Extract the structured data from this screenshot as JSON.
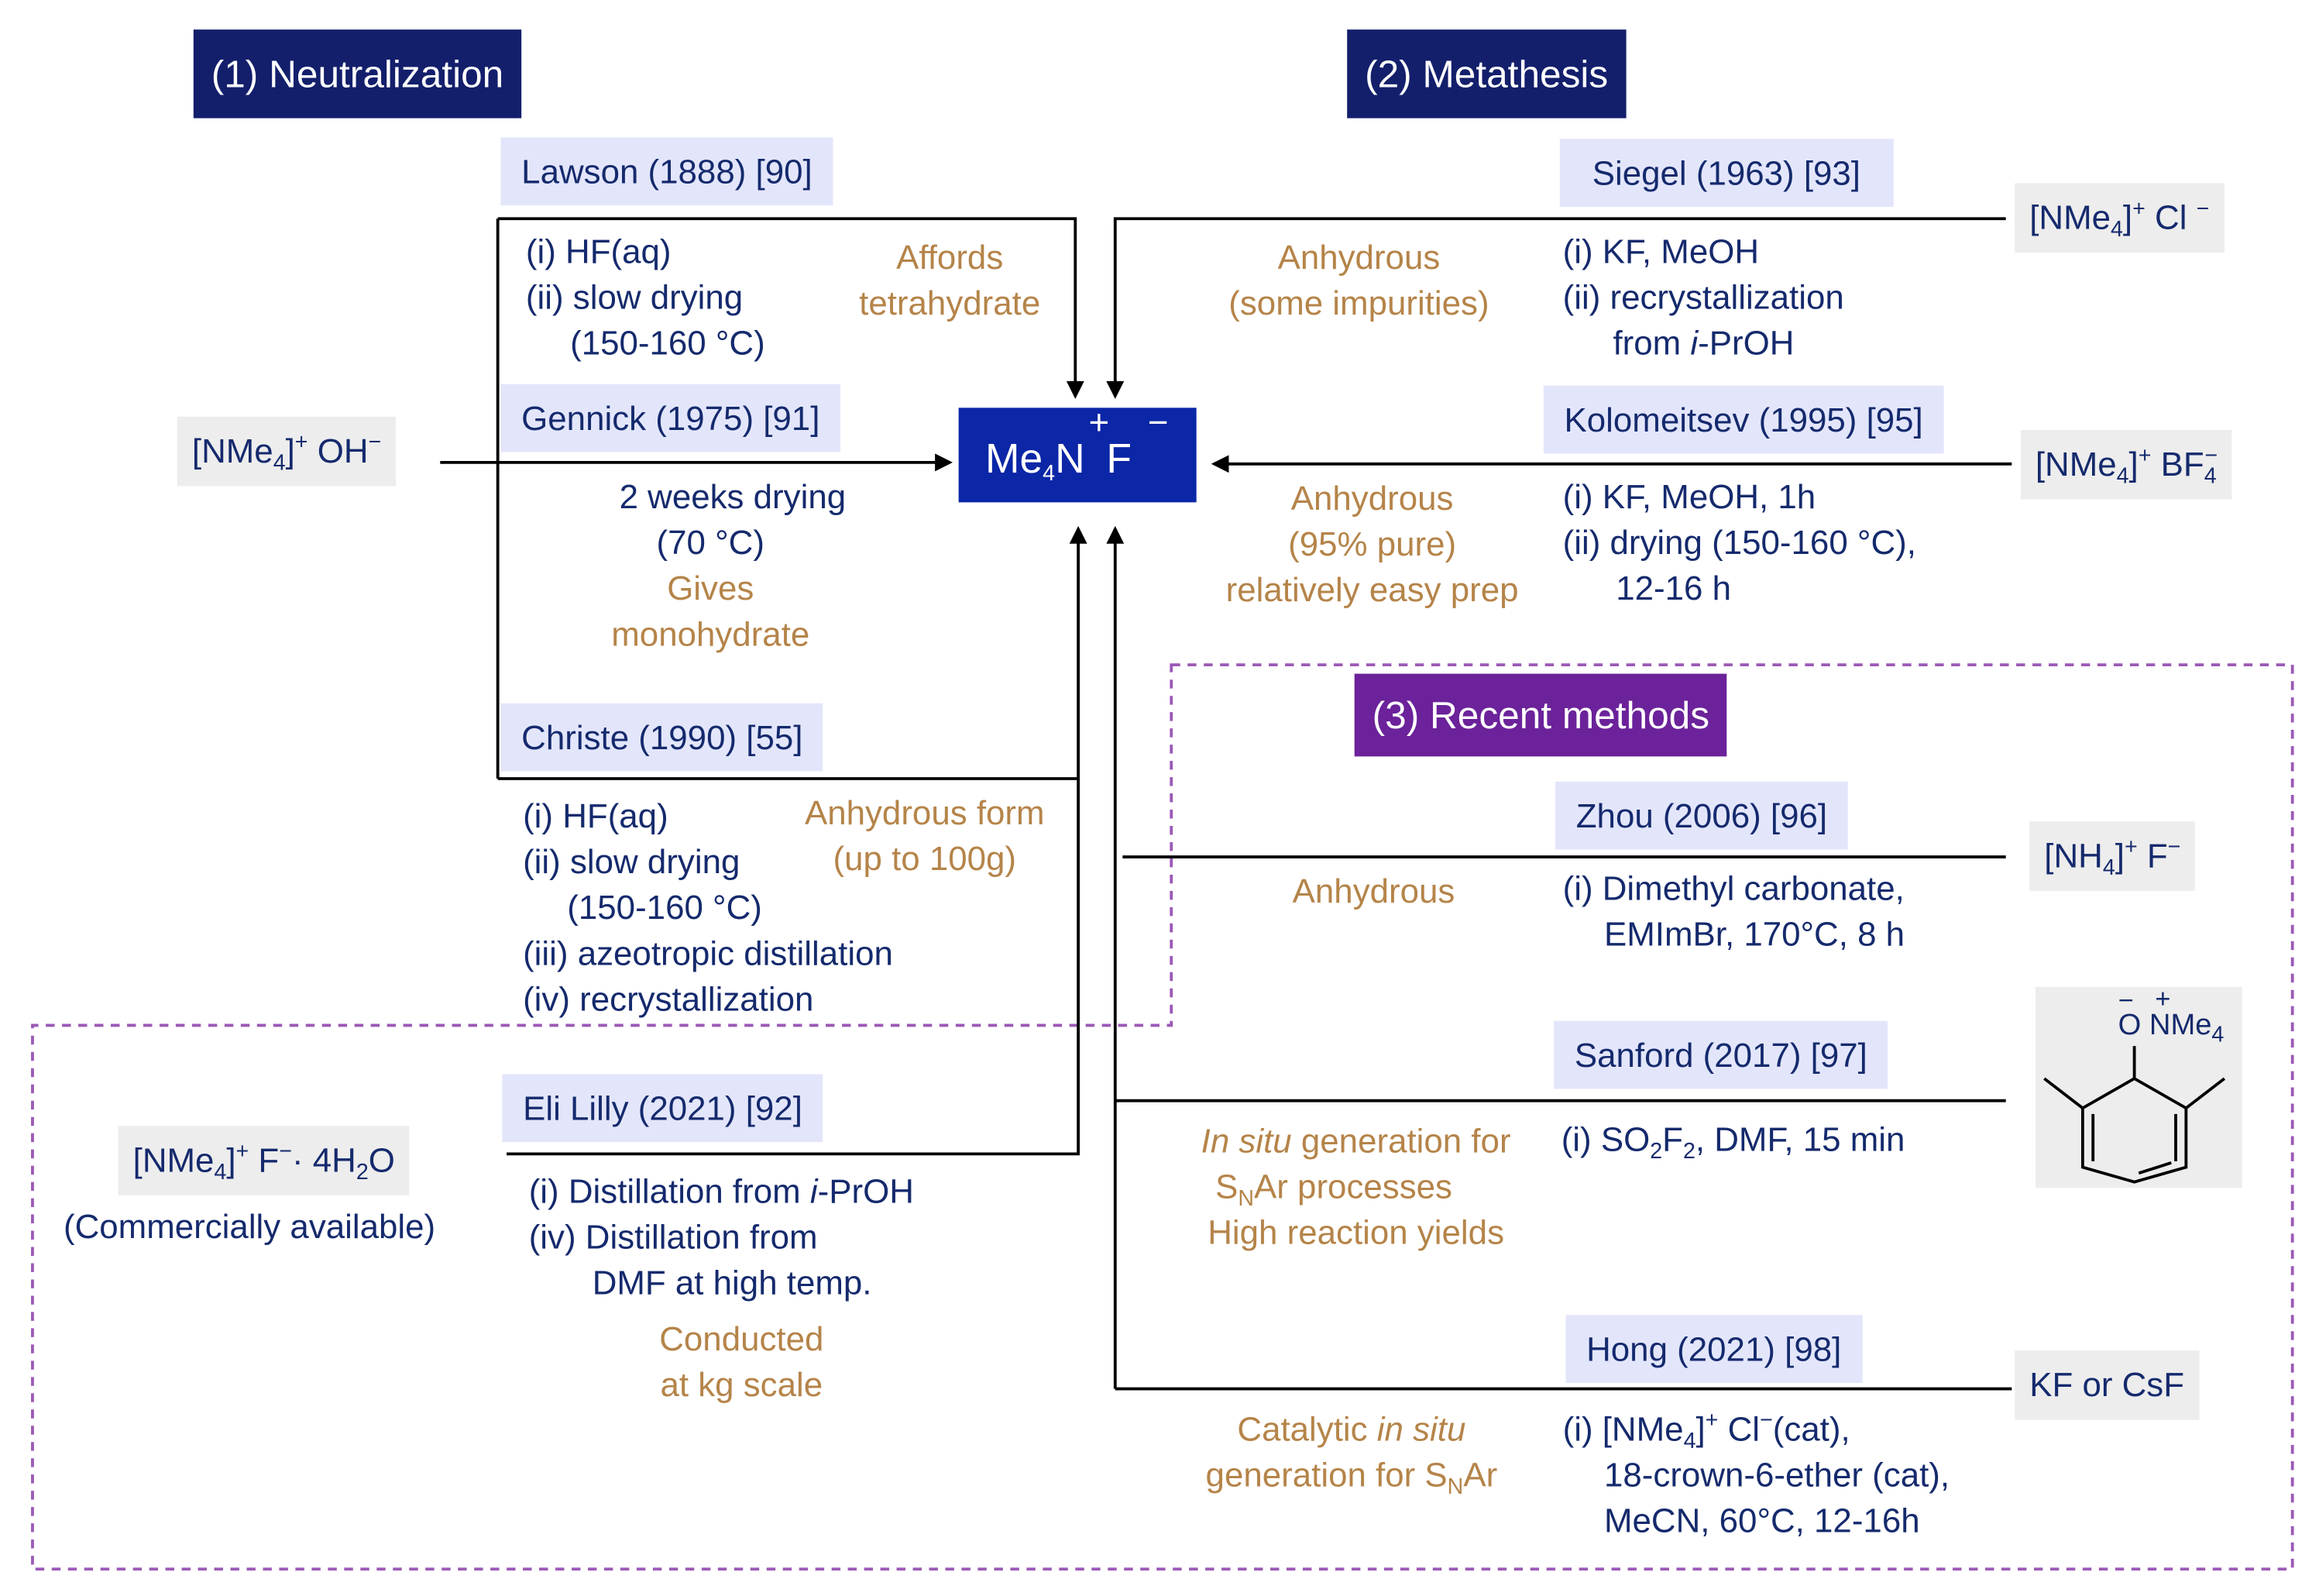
{
  "colors": {
    "navy": "#131f6b",
    "purple": "#6b229a",
    "product_blue": "#0b26a6",
    "ref_bg": "#e3e6fb",
    "note": "#b58449",
    "text": "#152a6d",
    "dash": "#9b59b6"
  },
  "headers": {
    "neutralization": "(1) Neutralization",
    "metathesis": "(2) Metathesis",
    "recent": "(3) Recent methods"
  },
  "product": {
    "formula": "Me4N+F−"
  },
  "reagents": {
    "hydroxide": "[NMe4]+ OH−",
    "chloride": "[NMe4]+ Cl −",
    "tetrafluoroborate": "[NMe4]+ BF4−",
    "ammonium_fluoride": "[NH4]+ F−",
    "phenoxide_label": "O NMe4",
    "kf_csf": "KF or CsF",
    "tetrahydrate": "[NMe4]+ F−· 4H2O",
    "commercially": "(Commercially available)"
  },
  "refs": {
    "lawson": "Lawson (1888) [90]",
    "gennick": "Gennick (1975) [91]",
    "christe": "Christe (1990) [55]",
    "eli_lilly": "Eli Lilly (2021) [92]",
    "siegel": "Siegel (1963) [93]",
    "kolomeitsev": "Kolomeitsev (1995) [95]",
    "zhou": "Zhou (2006) [96]",
    "sanford": "Sanford (2017) [97]",
    "hong": "Hong (2021) [98]"
  },
  "conditions": {
    "lawson": [
      "(i) HF(aq)",
      "(ii) slow drying",
      "(150-160 °C)"
    ],
    "gennick": [
      "2 weeks drying",
      "(70 °C)"
    ],
    "christe": [
      "(i) HF(aq)",
      "(ii) slow drying",
      "(150-160 °C)",
      "(iii) azeotropic distillation",
      "(iv) recrystallization"
    ],
    "eli_lilly": [
      "(i) Distillation from i-PrOH",
      "(iv) Distillation from",
      "DMF at high temp."
    ],
    "siegel": [
      "(i) KF, MeOH",
      "(ii) recrystallization",
      "from i-PrOH"
    ],
    "kolomeitsev": [
      "(i) KF, MeOH, 1h",
      "(ii) drying (150-160 °C),",
      "12-16 h"
    ],
    "zhou": [
      "(i) Dimethyl carbonate,",
      "EMImBr, 170°C, 8 h"
    ],
    "sanford": [
      "(i) SO2F2, DMF, 15 min"
    ],
    "hong": [
      "(i) [NMe4]+ Cl−(cat),",
      "18-crown-6-ether (cat),",
      "MeCN, 60°C, 12-16h"
    ]
  },
  "notes": {
    "lawson": [
      "Affords",
      "tetrahydrate"
    ],
    "gennick": [
      "Gives",
      "monohydrate"
    ],
    "christe": [
      "Anhydrous form",
      "(up to 100g)"
    ],
    "eli_lilly": [
      "Conducted",
      "at kg scale"
    ],
    "siegel": [
      "Anhydrous",
      "(some impurities)"
    ],
    "kolomeitsev": [
      "Anhydrous",
      "(95% pure)",
      "relatively easy prep"
    ],
    "zhou": [
      "Anhydrous"
    ],
    "sanford": [
      "In situ generation for",
      "SNAr processes",
      "High reaction yields"
    ],
    "hong": [
      "Catalytic in situ",
      "generation for SNAr"
    ]
  }
}
